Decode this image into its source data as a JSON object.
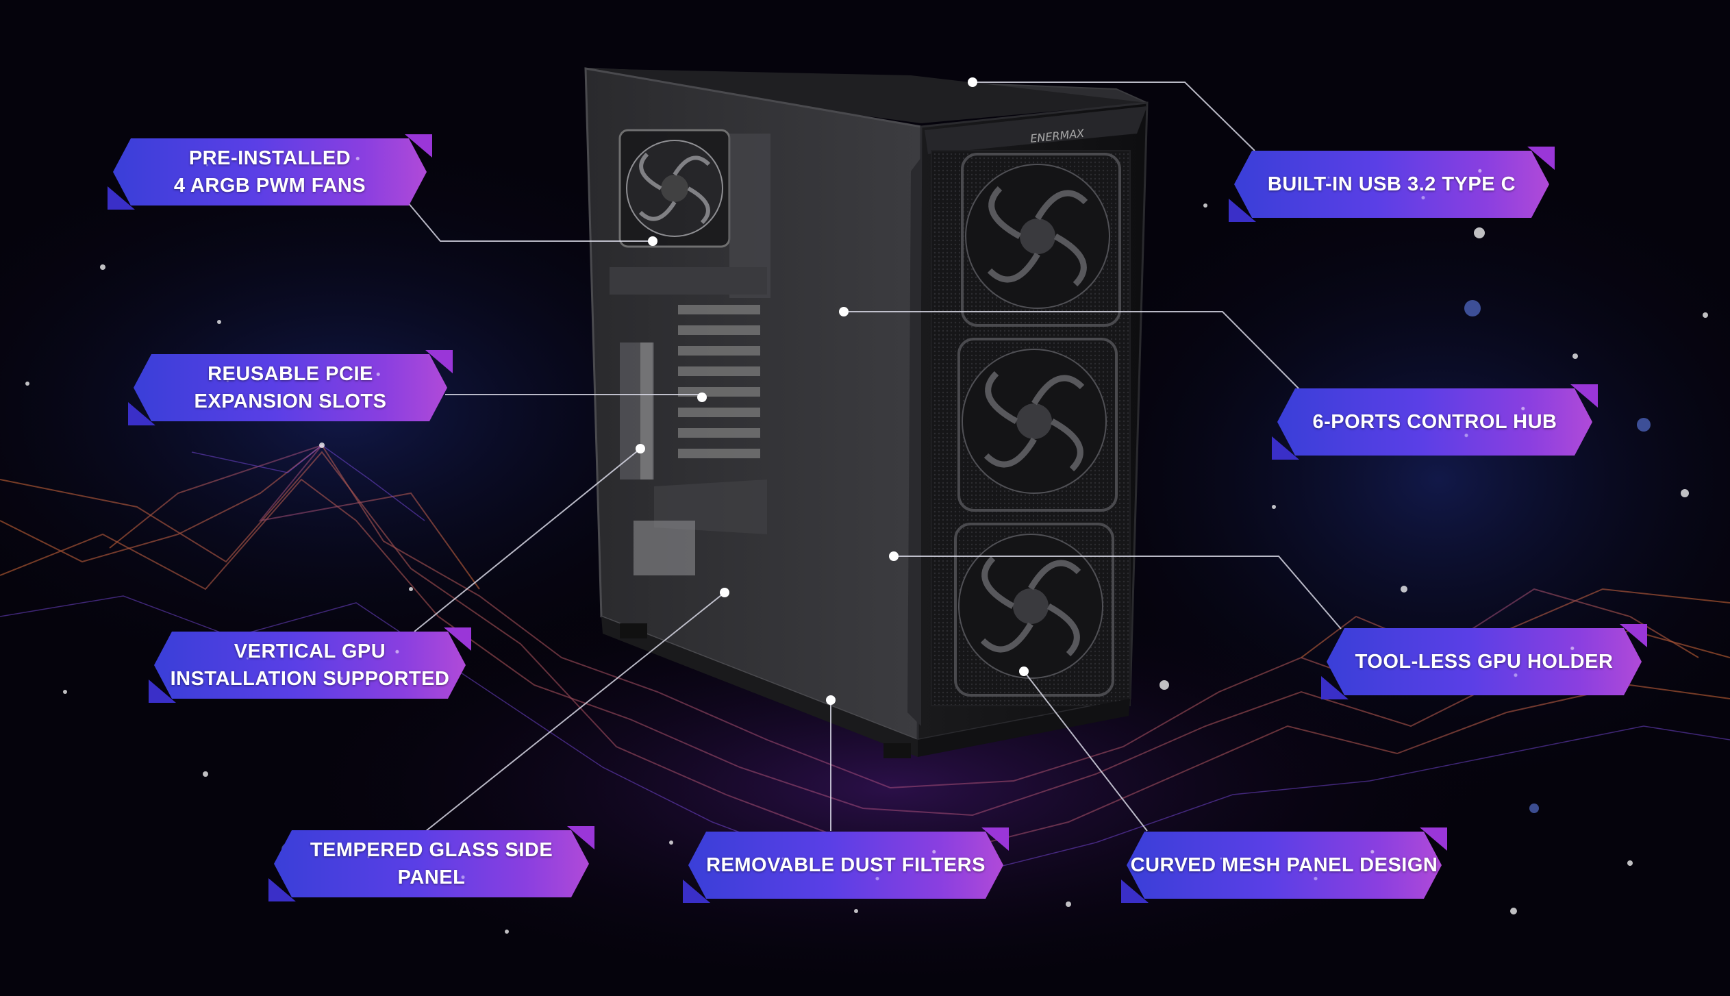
{
  "product": {
    "brand_logo": "ENERMAX"
  },
  "callouts": {
    "pre_installed_fans": {
      "line1": "PRE-INSTALLED",
      "line2": "4 ARGB PWM FANS"
    },
    "pcie_slots": {
      "line1": "REUSABLE PCIE",
      "line2": "EXPANSION SLOTS"
    },
    "vertical_gpu": {
      "line1": "VERTICAL GPU",
      "line2": "INSTALLATION SUPPORTED"
    },
    "tempered_glass": {
      "line1": "TEMPERED GLASS SIDE PANEL"
    },
    "dust_filters": {
      "line1": "REMOVABLE DUST FILTERS"
    },
    "mesh_panel": {
      "line1": "CURVED MESH PANEL DESIGN"
    },
    "usb_type_c": {
      "line1": "BUILT-IN USB 3.2 TYPE C"
    },
    "control_hub": {
      "line1": "6-PORTS CONTROL HUB"
    },
    "gpu_holder": {
      "line1": "TOOL-LESS GPU HOLDER"
    }
  },
  "colors": {
    "background": "#05030c",
    "label_gradient_start": "#3a3fd8",
    "label_gradient_end": "#b04ad8",
    "label_accent": "#9a36d8",
    "leader_line": "#d9d9e6",
    "network_orange": "#e0703a",
    "network_purple": "#7a4ae0"
  }
}
